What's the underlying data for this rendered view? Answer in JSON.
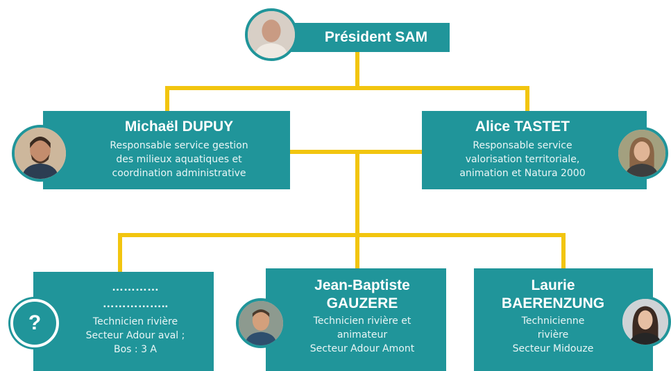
{
  "colors": {
    "box": "#20959a",
    "connector": "#f2c50f",
    "text": "#ffffff"
  },
  "president": {
    "name": "Président SAM",
    "avatar_icon": "person-photo-icon"
  },
  "managers": [
    {
      "name": "Michaël DUPUY",
      "desc": [
        "Responsable service gestion",
        "des milieux aquatiques et",
        "coordination administrative"
      ],
      "avatar_icon": "person-photo-icon"
    },
    {
      "name": "Alice TASTET",
      "desc": [
        "Responsable service",
        "valorisation territoriale,",
        "animation et Natura 2000"
      ],
      "avatar_icon": "person-photo-icon"
    }
  ],
  "technicians": [
    {
      "name": [
        "…………",
        "…………….."
      ],
      "desc": [
        "Technicien rivière",
        "Secteur Adour aval ;",
        "Bos : 3 A"
      ],
      "avatar_icon": "question-mark-icon",
      "avatar_text": "?"
    },
    {
      "name": [
        "Jean-Baptiste",
        "GAUZERE"
      ],
      "desc": [
        "Technicien rivière et",
        "animateur",
        "Secteur Adour Amont"
      ],
      "avatar_icon": "person-photo-icon"
    },
    {
      "name": [
        "Laurie",
        "BAERENZUNG"
      ],
      "desc": [
        "Technicienne",
        "rivière",
        "Secteur Midouze"
      ],
      "avatar_icon": "person-photo-icon"
    }
  ]
}
